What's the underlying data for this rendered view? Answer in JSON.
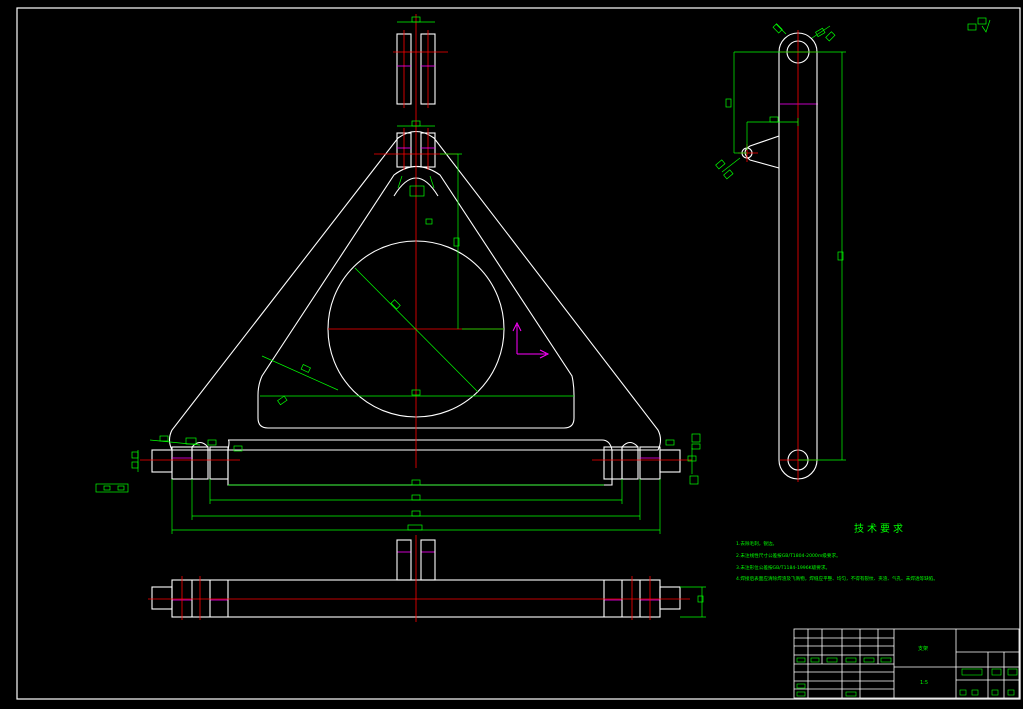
{
  "technical_requirements": {
    "title": "技术要求",
    "notes": [
      "1.去除毛刺，锐边。",
      "2.未注线性尺寸公差按GB/T1804-2000m级要求。",
      "3.未注形位公差按GB/T1184-1996K级要求。",
      "4.焊接后表面应清除焊渣及飞溅物，焊缝应平整、均匀，不得有裂纹、夹渣、气孔、未焊透等缺陷。"
    ]
  },
  "title_block": {
    "name": "支架",
    "scale": "1:5"
  },
  "colors": {
    "background": "#000000",
    "outline": "#ffffff",
    "centerline": "#ff0000",
    "dimension": "#00ff00",
    "hidden": "#ff00ff"
  }
}
